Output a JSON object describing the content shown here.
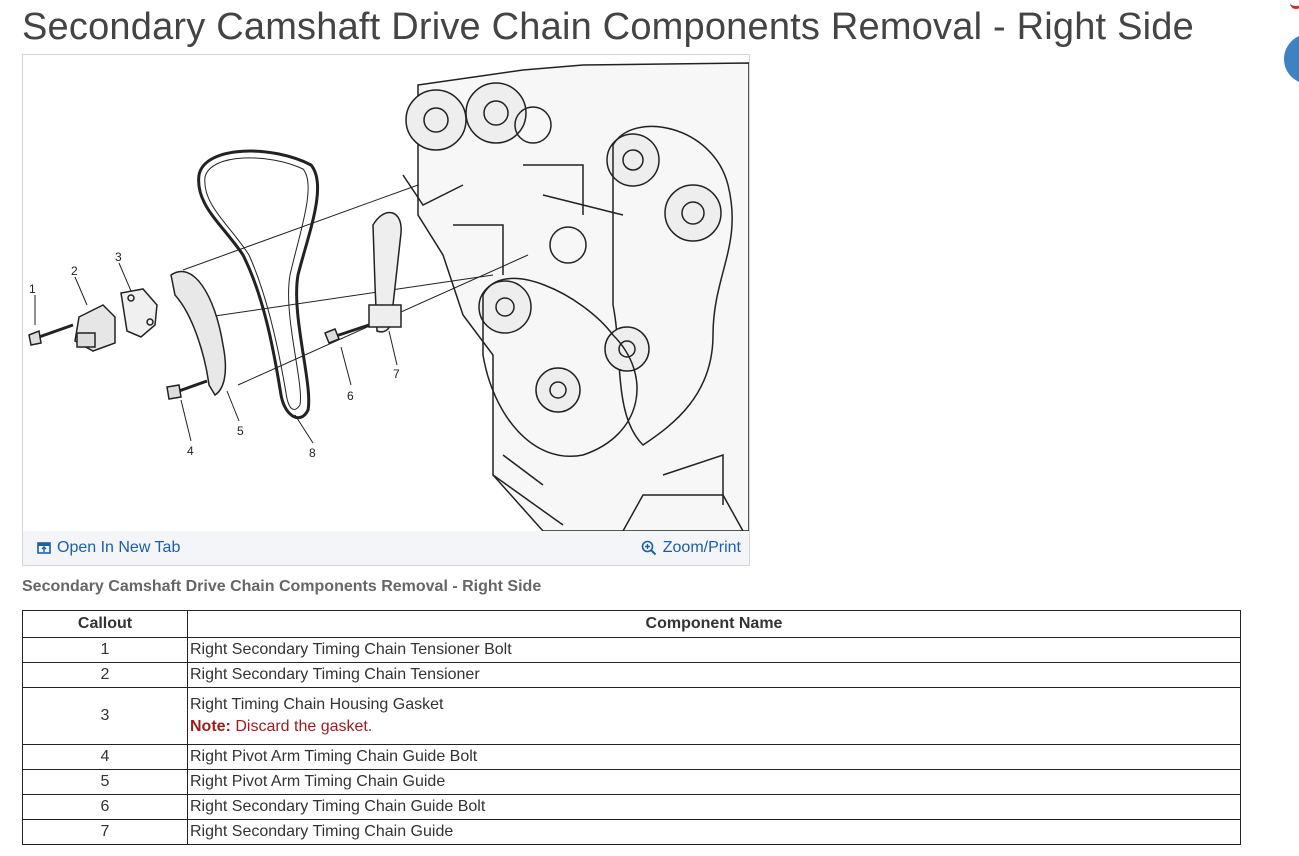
{
  "title": "Secondary Camshaft Drive Chain Components Removal - Right Side",
  "figure": {
    "open_label": "Open In New Tab",
    "zoom_label": "Zoom/Print",
    "callout_labels": [
      "1",
      "2",
      "3",
      "4",
      "5",
      "6",
      "7",
      "8"
    ]
  },
  "caption": "Secondary Camshaft Drive Chain Components Removal - Right Side",
  "table": {
    "headers": [
      "Callout",
      "Component Name"
    ],
    "rows": [
      {
        "callout": "1",
        "name": "Right Secondary Timing Chain Tensioner Bolt"
      },
      {
        "callout": "2",
        "name": "Right Secondary Timing Chain Tensioner"
      },
      {
        "callout": "3",
        "name": "Right Timing Chain Housing Gasket",
        "note_label": "Note:",
        "note": "Discard the gasket."
      },
      {
        "callout": "4",
        "name": "Right Pivot Arm Timing Chain Guide Bolt"
      },
      {
        "callout": "5",
        "name": "Right Pivot Arm Timing Chain Guide"
      },
      {
        "callout": "6",
        "name": "Right Secondary Timing Chain Guide Bolt"
      },
      {
        "callout": "7",
        "name": "Right Secondary Timing Chain Guide"
      }
    ]
  },
  "colors": {
    "link": "#1a5fa8",
    "note": "#9b1c1c",
    "accent": "#3f82c4"
  },
  "icons": {
    "open": "open-new-tab-icon",
    "zoom": "zoom-in-icon"
  }
}
